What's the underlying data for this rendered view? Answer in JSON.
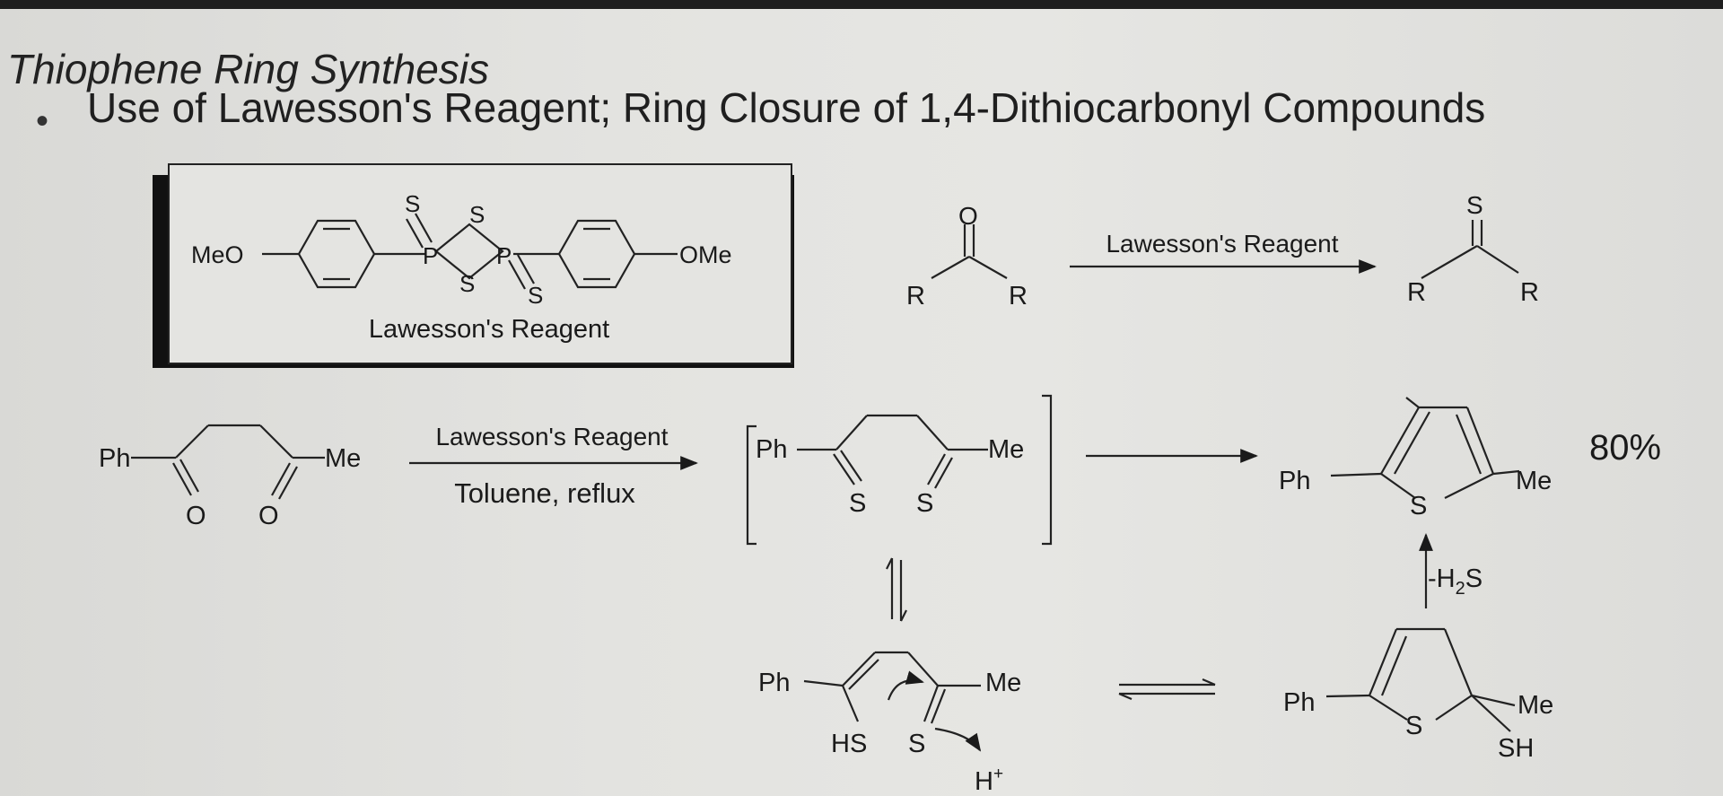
{
  "slide": {
    "title": "Thiophene Ring Synthesis",
    "bullet_glyph": "•",
    "bullet_text": "Use of Lawesson's Reagent; Ring Closure of 1,4-Dithiocarbonyl Compounds"
  },
  "reagent_box": {
    "left_group": "MeO",
    "right_group": "OMe",
    "P": "P",
    "S": "S",
    "caption": "Lawesson's Reagent"
  },
  "thionation": {
    "O": "O",
    "S": "S",
    "R": "R",
    "arrow_label": "Lawesson's Reagent"
  },
  "main_reaction": {
    "Ph": "Ph",
    "Me": "Me",
    "O": "O",
    "S": "S",
    "arrow_label_top": "Lawesson's Reagent",
    "arrow_label_bottom": "Toluene, reflux",
    "yield": "80%"
  },
  "mechanism": {
    "Ph": "Ph",
    "Me": "Me",
    "HS": "HS",
    "S": "S",
    "SH": "SH",
    "H_plus_base": "H",
    "H_plus_sup": "+",
    "loss_prefix": "-H",
    "loss_sub": "2",
    "loss_suffix": "S"
  }
}
